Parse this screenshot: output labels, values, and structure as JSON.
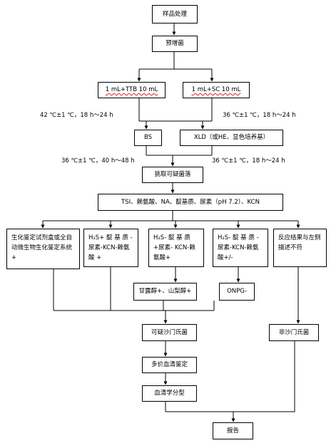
{
  "boxes": {
    "sample": "样品处理",
    "preenrich": "预增菌",
    "ttb": "1 mL+TTB 10 mL",
    "sc": "1 mL+SC 10 mL",
    "bs": "BS",
    "xld": "XLD（或HE、显色培养基）",
    "pick": "挑取可疑菌落",
    "media": "TSI、赖氨酸、NA、靛基质、尿素（pH 7.2）、KCN",
    "auto": "生化鉴定试剂盒或全自动微生物生化鉴定系统+",
    "h2s_a": "H₂S+ 靛 基 质 -尿素-KCN-赖氨酸 +",
    "h2s_b": "H₂S- 靛 基 质 +尿素- KCN-赖氨酸+",
    "h2s_c": "H₂S- 靛 基 质 - 尿素-KCN-赖氨酸+/-",
    "mismatch": "反应结果与左侧描述不符",
    "sugar": "甘露醇+、山梨醇+",
    "onpg": "ONPG-",
    "suspect": "可疑沙门氏菌",
    "non": "非沙门氏菌",
    "poly": "多价血清鉴定",
    "sero": "血清学分型",
    "report": "报告"
  },
  "labels": {
    "cond_ttb": "42 ℃±1 ℃，18 h～24 h",
    "cond_sc": "36 ℃±1 ℃，18 h～24 h",
    "cond_bs": "36 ℃±1 ℃，40 h～48 h",
    "cond_xld": "36 ℃±1 ℃，18 h～24 h"
  }
}
